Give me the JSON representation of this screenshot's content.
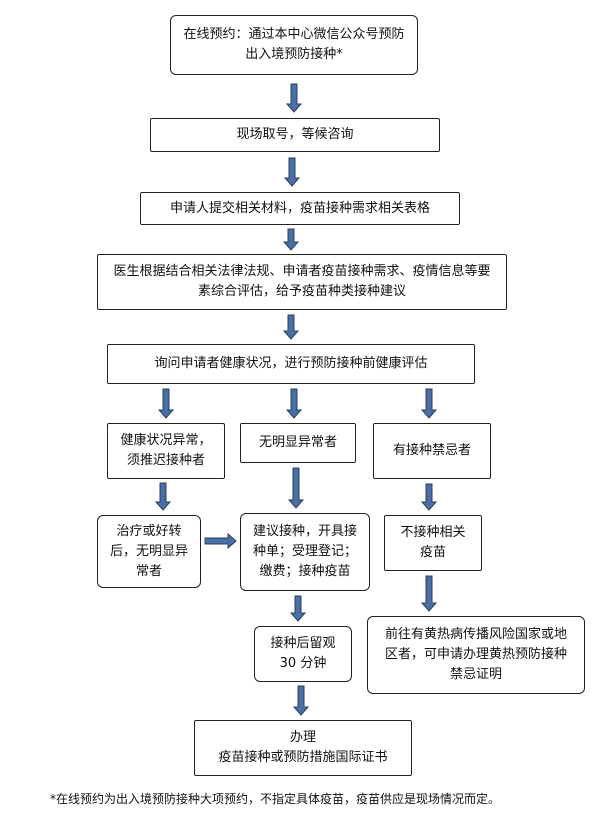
{
  "flow": {
    "step1": {
      "line1": "在线预约：通过本中心微信公众号预防",
      "line2": "出入境预防接种*"
    },
    "step2": "现场取号，等候咨询",
    "step3": "申请人提交相关材料，疫苗接种需求相关表格",
    "step4": {
      "line1": "医生根据结合相关法律法规、申请者疫苗接种需求、疫情信息等要",
      "line2": "素综合评估，给予疫苗种类接种建议"
    },
    "step5": "询问申请者健康状况，进行预防接种前健康评估",
    "branch_left": {
      "line1": "健康状况异常，",
      "line2": "须推迟接种者"
    },
    "branch_mid": "无明显异常者",
    "branch_right": "有接种禁忌者",
    "left_followup": {
      "line1": "治疗或好转",
      "line2": "后，无明显异",
      "line3": "常者"
    },
    "mid_followup": {
      "line1": "建议接种，开具接",
      "line2": "种单；受理登记；",
      "line3": "缴费；接种疫苗"
    },
    "right_followup": {
      "line1": "不接种相关",
      "line2": "疫苗"
    },
    "observe": {
      "line1": "接种后留观",
      "line2": "30 分钟"
    },
    "right_final": {
      "line1": "前往有黄热病传播风险国家或地",
      "line2": "区者，可申请办理黄热预防接种",
      "line3": "禁忌证明"
    },
    "final": {
      "line1": "办理",
      "line2": "疫苗接种或预防措施国际证书"
    }
  },
  "footnote": "*在线预约为出入境预防接种大项预约，不指定具体疫苗，疫苗供应是现场情况而定。",
  "colors": {
    "arrow_fill": "#4a6fa5",
    "arrow_stroke": "#2b3f5c",
    "border": "#222222"
  }
}
